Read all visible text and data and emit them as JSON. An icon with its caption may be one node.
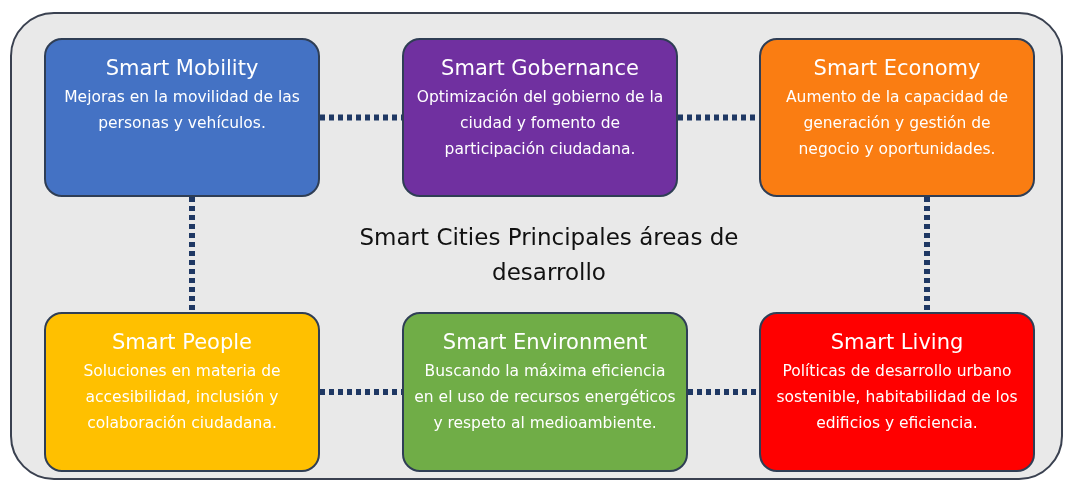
{
  "diagram": {
    "nodes": [
      {
        "text": [
          "Smart Cities Principales áreas de desarrollo"
        ]
      },
      {
        "text": [
          "Smart Mobility",
          "Mejoras en la movilidad de las personas y vehículos."
        ],
        "in": 0
      },
      {
        "text": [
          "Smart Gobernance",
          "Optimización del gobierno de la ciudad y fomento de participación ciudadana."
        ],
        "in": 0
      },
      {
        "text": [
          "Smart Economy",
          "Aumento de la capacidad de generación y gestión de negocio y oportunidades."
        ],
        "in": 0
      },
      {
        "text": [
          "Smart People",
          "Soluciones en materia de accesibilidad, inclusión y colaboración ciudadana."
        ],
        "in": 0
      },
      {
        "text": [
          "Smart Environment",
          "Buscando la máxima eficiencia en el uso de recursos energéticos y respeto al medioambiente."
        ],
        "in": 0
      },
      {
        "text": [
          "Smart Living",
          "Políticas de desarrollo urbano sostenible, habitabilidad de los edificios y eficiencia."
        ],
        "in": 0
      }
    ],
    "edges": [
      {
        "from": 1,
        "to": 2,
        "arrow": "none"
      },
      {
        "from": 2,
        "to": 3,
        "arrow": "none"
      },
      {
        "from": 1,
        "to": 4,
        "arrow": "none"
      },
      {
        "from": 3,
        "to": 6,
        "arrow": "none"
      },
      {
        "from": 4,
        "to": 5,
        "arrow": "none"
      },
      {
        "from": 5,
        "to": 6,
        "arrow": "none"
      }
    ]
  }
}
